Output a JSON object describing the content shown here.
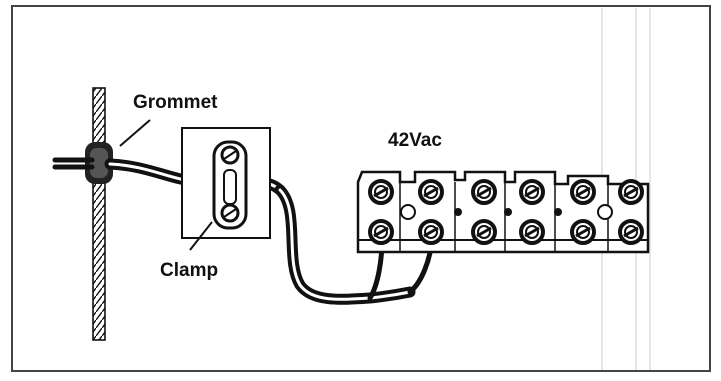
{
  "labels": {
    "grommet": "Grommet",
    "clamp": "Clamp",
    "voltage": "42Vac"
  },
  "colors": {
    "ink": "#111111",
    "background": "#ffffff",
    "frame": "#444444"
  },
  "terminal_block": {
    "blocks": 6,
    "screws_per_block": 2
  }
}
